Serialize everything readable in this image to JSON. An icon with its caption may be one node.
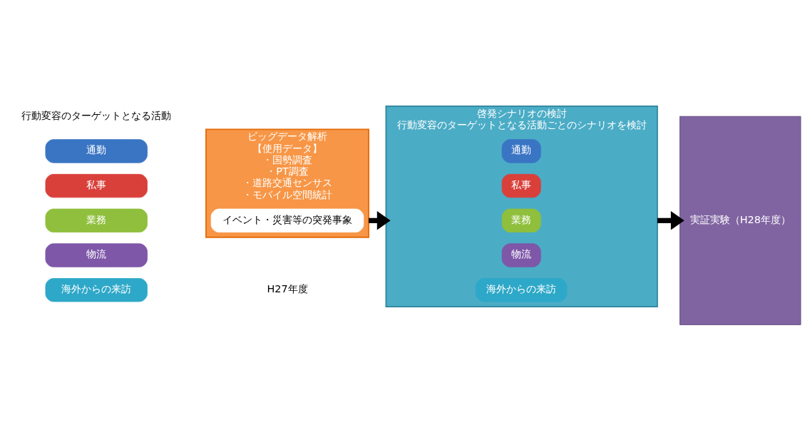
{
  "diagram": {
    "nodes": [
      {
        "text": [
          "通勤"
        ]
      },
      {
        "text": [
          "私事"
        ]
      },
      {
        "text": [
          "業務"
        ]
      },
      {
        "text": [
          "物流"
        ]
      },
      {
        "text": [
          "海外からの来訪"
        ]
      },
      {
        "text": [
          "ビッグデータ解析",
          "【使用データ】",
          "・国勢調査",
          "・PT調査",
          "・道路交通センサス",
          "・モバイル空間統計"
        ]
      },
      {
        "text": [
          "イベント・災害等の突発事象"
        ],
        "in": 5
      },
      {
        "text": [
          "啓発シナリオの検討",
          "行動変容のターゲットとなる活動ごとのシナリオを検討"
        ]
      },
      {
        "text": [
          "通勤"
        ],
        "in": 7
      },
      {
        "text": [
          "私事"
        ],
        "in": 7
      },
      {
        "text": [
          "業務"
        ],
        "in": 7
      },
      {
        "text": [
          "物流"
        ],
        "in": 7
      },
      {
        "text": [
          "海外からの来訪"
        ],
        "in": 7
      },
      {
        "text": [
          "実証実験（H28年度）"
        ]
      }
    ],
    "edges": [
      {
        "from": 5,
        "to": 7,
        "arrow": "to"
      },
      {
        "from": 7,
        "to": 13,
        "arrow": "to"
      }
    ],
    "labels": [
      "行動変容のターゲットとなる活動",
      "H27年度"
    ]
  }
}
